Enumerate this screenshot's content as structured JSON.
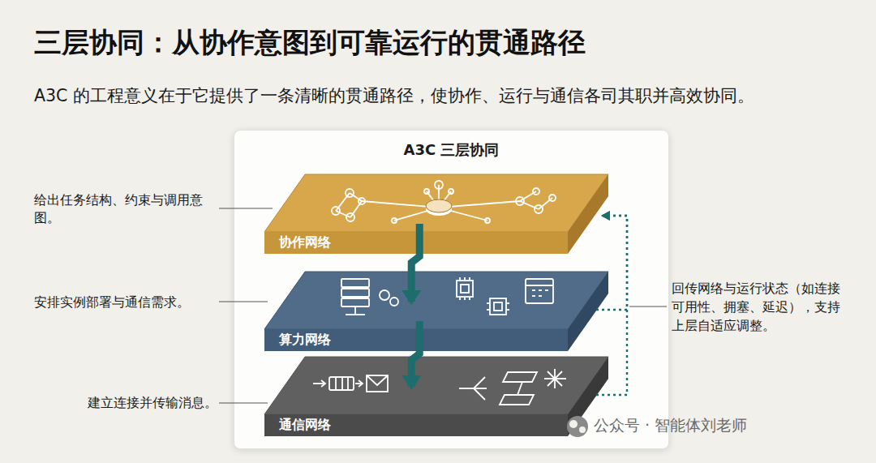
{
  "diagram": {
    "title": "三层协同：从协作意图到可靠运行的贯通路径",
    "nodes": [
      {
        "text": [
          "A3C 三层协同"
        ]
      },
      {
        "text": [
          "协作网络"
        ],
        "in": 0
      },
      {
        "text": [
          "算力网络"
        ],
        "in": 0
      },
      {
        "text": [
          "通信网络"
        ],
        "in": 0
      }
    ],
    "edges": [
      {
        "from": 1,
        "to": 2,
        "arrow": "to"
      },
      {
        "from": 2,
        "to": 3,
        "arrow": "to"
      },
      {
        "from": 3,
        "to": 1,
        "arrow": "to"
      },
      {
        "from": 2,
        "to": 1,
        "arrow": "to"
      }
    ],
    "labels": [
      "A3C 的工程意义在于它提供了一条清晰的贯通路径，使协作、运行与通信各司其职并高效协同。",
      "给出任务结构、约束与调用意图。",
      "安排实例部署与通信需求。",
      "建立连接并传输消息。",
      "回传网络与运行状态（如连接可用性、拥塞、延迟），支持上层自适应调整。",
      "公众号 · 智能体刘老师"
    ]
  }
}
